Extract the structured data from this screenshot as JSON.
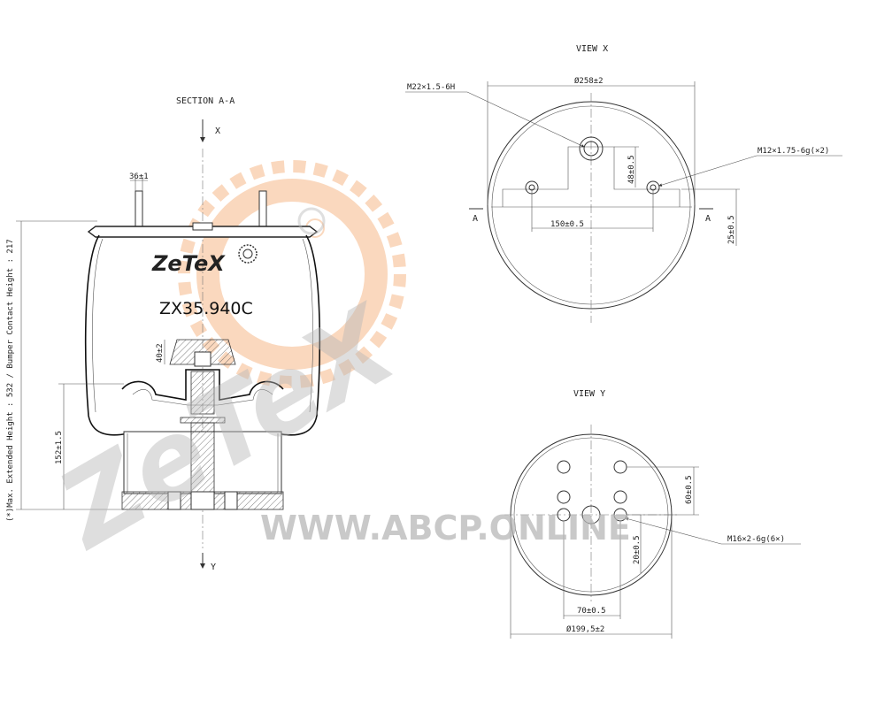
{
  "section_label": "SECTION A-A",
  "view_x_label": "VIEW X",
  "view_y_label": "VIEW Y",
  "axis_x": "X",
  "axis_y": "Y",
  "section_marker": "A",
  "brand": "ZeTeX",
  "model": "ZX35.940C",
  "watermark_url": "WWW.ABCP.ONLINE",
  "side_note": "(*)Max. Extended Height : 532 / Bumper Contact Height : 217",
  "dimensions": {
    "stud_spacing": "36±1",
    "piston_cap": "40±2",
    "piston_height": "152±1.5",
    "top_diameter": "Ø258±2",
    "top_thread": "M22×1.5-6H",
    "stud_thread": "M12×1.75-6g(×2)",
    "stud_offset": "48±0.5",
    "stud_pitch": "150±0.5",
    "stud_edge": "25±0.5",
    "bottom_holes": "M16×2-6g(6×)",
    "hole_row_spacing": "60±0.5",
    "hole_offset": "20±0.5",
    "hole_pitch": "70±0.5",
    "bottom_diameter": "Ø199,5±2"
  },
  "colors": {
    "line": "#333333",
    "watermark_gray": "#b8b8b8",
    "watermark_orange": "#f6b98a"
  },
  "icons": [
    "gear-logo-icon",
    "registered-icon"
  ]
}
